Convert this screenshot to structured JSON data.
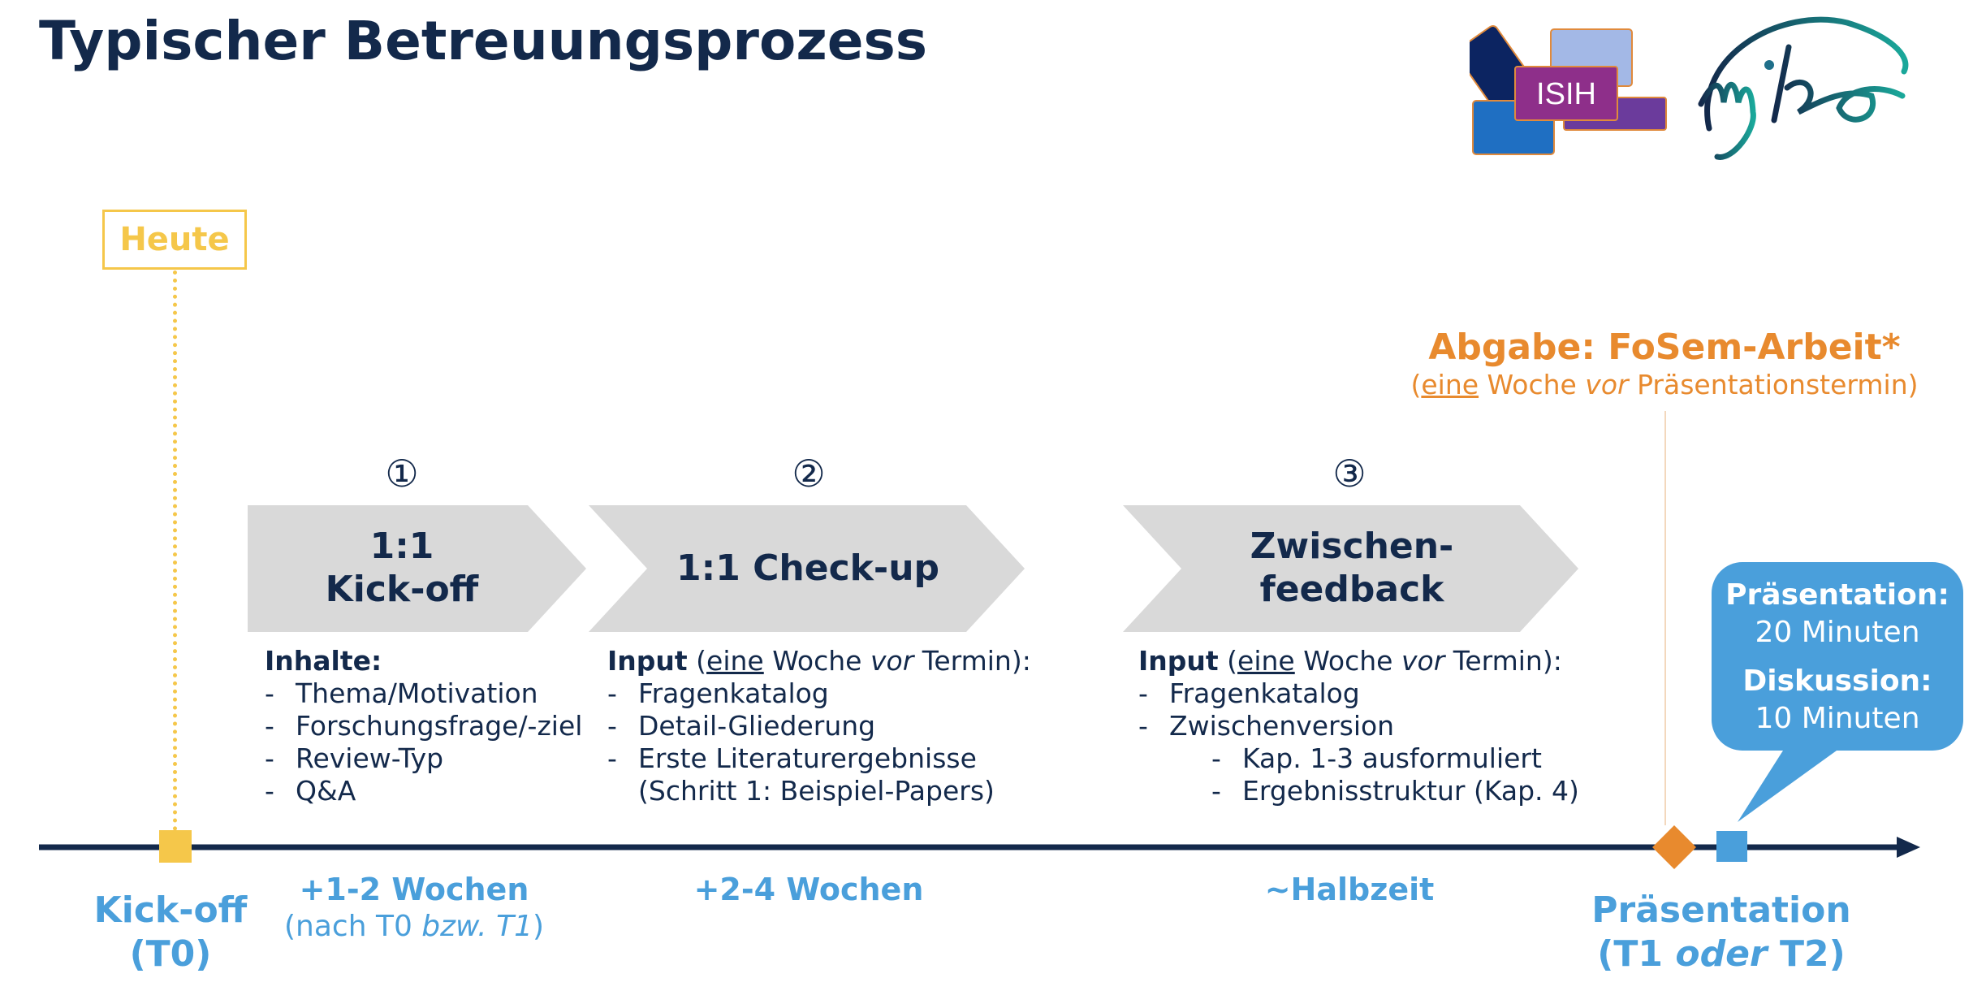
{
  "slide": {
    "title": "Typischer Betreuungsprozess"
  },
  "logos": {
    "isih_text": "ISIH",
    "mibe_text": "mibe"
  },
  "colors": {
    "navy": "#13294b",
    "yellow": "#f5c74a",
    "orange": "#e88a2e",
    "blue": "#4a9fdb",
    "chevron_gray": "#d9d9d9"
  },
  "today": {
    "label": "Heute"
  },
  "steps": [
    {
      "number": "①",
      "label_line1": "1:1",
      "label_line2": "Kick-off",
      "heading": "Inhalte:",
      "items": [
        "Thema/Motivation",
        "Forschungsfrage/-ziel",
        "Review-Typ",
        "Q&A"
      ]
    },
    {
      "number": "②",
      "label": "1:1 Check-up",
      "heading_bold": "Input",
      "heading_open": " (",
      "heading_u": "eine",
      "heading_mid": " Woche ",
      "heading_i": "vor",
      "heading_end": " Termin):",
      "items": [
        "Fragenkatalog",
        "Detail-Gliederung",
        "Erste Literaturergebnisse"
      ],
      "item_cont": "(Schritt 1: Beispiel-Papers)"
    },
    {
      "number": "③",
      "label_line1": "Zwischen-",
      "label_line2": "feedback",
      "heading_bold": "Input",
      "heading_open": " (",
      "heading_u": "eine",
      "heading_mid": " Woche ",
      "heading_i": "vor",
      "heading_end": " Termin):",
      "items": [
        "Fragenkatalog",
        "Zwischenversion"
      ],
      "subitems": [
        "Kap. 1-3 ausformuliert",
        "Ergebnisstruktur (Kap. 4)"
      ]
    }
  ],
  "dash": "-",
  "abgabe": {
    "title": "Abgabe: FoSem-Arbeit*",
    "sub_open": "(",
    "sub_u": "eine",
    "sub_mid": " Woche ",
    "sub_i": "vor",
    "sub_end": " Präsentationstermin)"
  },
  "bubble": {
    "praes_title": "Präsentation:",
    "praes_value": "20 Minuten",
    "disk_title": "Diskussion:",
    "disk_value": "10 Minuten"
  },
  "timeline": {
    "kickoff_line1": "Kick-off",
    "kickoff_line2": "(T0)",
    "step1_duration": "+1-2 Wochen",
    "step1_note_a": "(nach T0 ",
    "step1_note_i": "bzw. T1",
    "step1_note_b": ")",
    "step2_duration": "+2-4 Wochen",
    "step3_duration": "~Halbzeit",
    "praes_line1": "Präsentation",
    "praes_line2_a": "(T1 ",
    "praes_line2_i": "oder",
    "praes_line2_b": " T2)"
  }
}
